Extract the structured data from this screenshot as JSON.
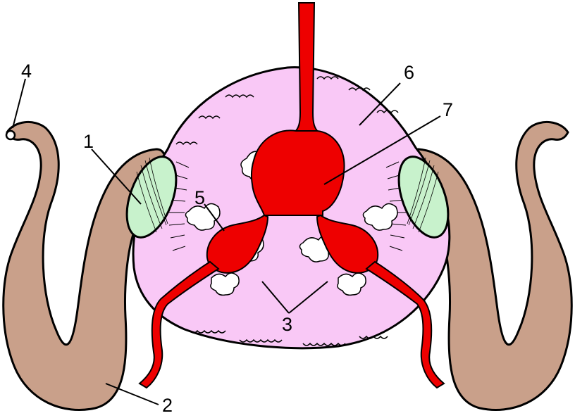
{
  "labels": {
    "n1": "1",
    "n2": "2",
    "n3": "3",
    "n4": "4",
    "n5": "5",
    "n6": "6",
    "n7": "7"
  },
  "colors": {
    "background": "#ffffff",
    "outline": "#000000",
    "pink_region": "#f9c8f6",
    "red_structure": "#ee0000",
    "tan_structures": "#c9a08a",
    "green_bodies": "#c8f2cc",
    "white_lobules": "#ffffff"
  }
}
